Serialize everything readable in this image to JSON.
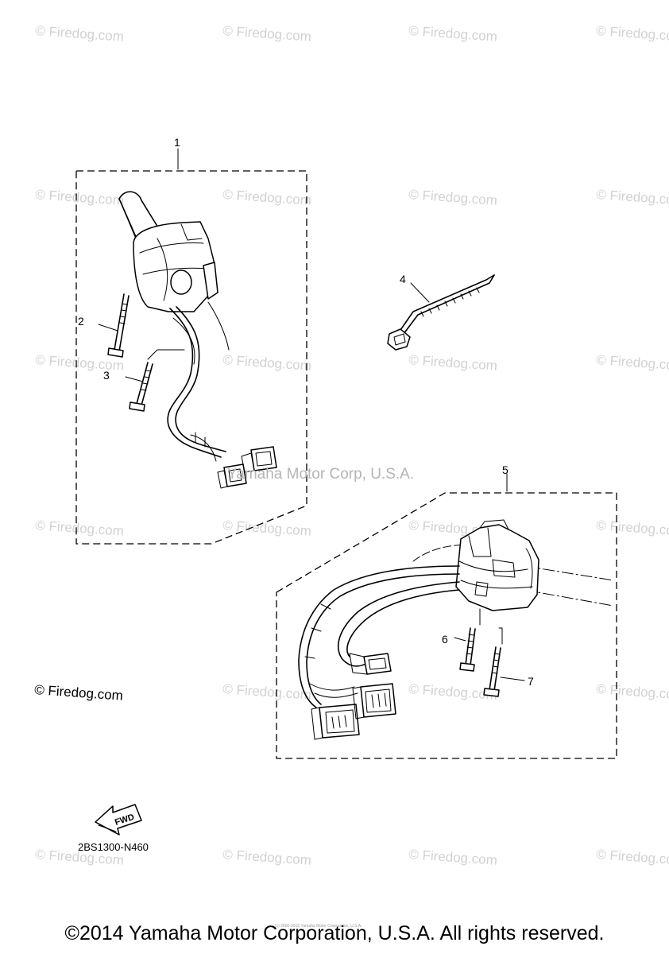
{
  "watermark_text": "© Firedog.com",
  "callouts": {
    "c1": "1",
    "c2": "2",
    "c3": "3",
    "c4": "4",
    "c5": "5",
    "c6": "6",
    "c7": "7"
  },
  "fwd_label": "FWD",
  "credit_text": "© Firedog.com",
  "overlay_text": "Yamaha Motor Corp, U.S.A.",
  "part_code": "2BS1300-N460",
  "tiny_text": "(c) 2000-2015 Yamaha Motor Corporation, U.S.A.",
  "copyright": "©2014 Yamaha Motor Corporation, U.S.A. All rights reserved."
}
